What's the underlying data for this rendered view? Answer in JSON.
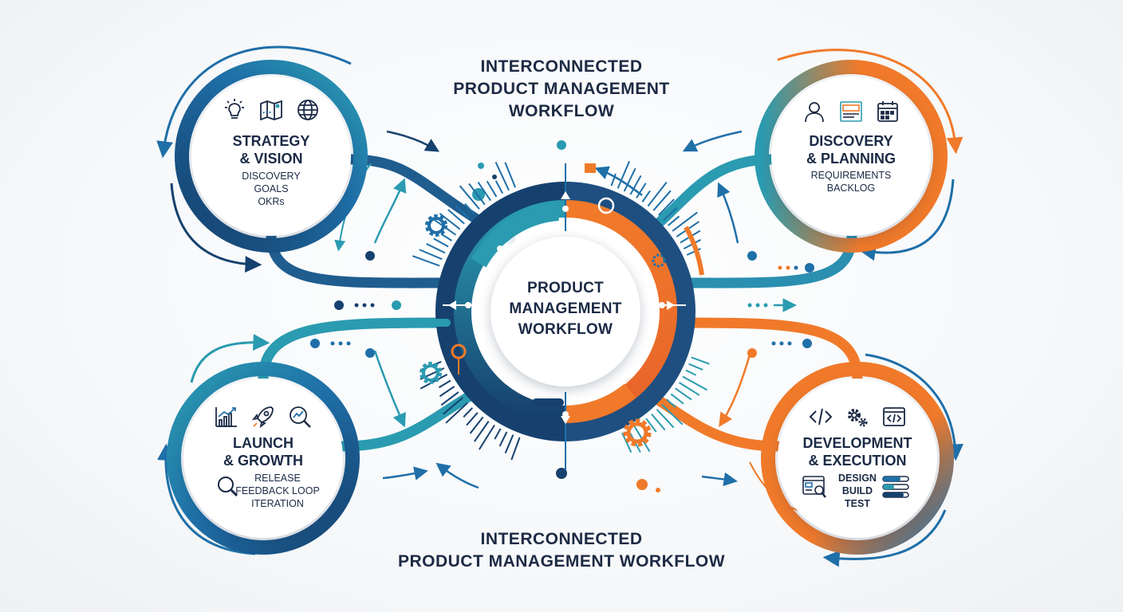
{
  "header": {
    "title_lines": [
      "INTERCONNECTED",
      "PRODUCT MANAGEMENT",
      "WORKFLOW"
    ]
  },
  "footer": {
    "title_lines": [
      "INTERCONNECTED",
      "PRODUCT MANAGEMENT WORKFLOW"
    ]
  },
  "hub": {
    "title_lines": [
      "PRODUCT",
      "MANAGEMENT",
      "WORKFLOW"
    ]
  },
  "nodes": {
    "strategy": {
      "title_lines": [
        "STRATEGY",
        "& VISION"
      ],
      "items": [
        "DISCOVERY",
        "GOALS",
        "OKRs"
      ],
      "icons": [
        "lightbulb-icon",
        "map-icon",
        "globe-icon"
      ]
    },
    "discovery": {
      "title_lines": [
        "DISCOVERY",
        "& PLANNING"
      ],
      "items": [
        "REQUIREMENTS",
        "BACKLOG"
      ],
      "icons": [
        "user-icon",
        "wireframe-icon",
        "calendar-icon"
      ]
    },
    "launch": {
      "title_lines": [
        "LAUNCH",
        "& GROWTH"
      ],
      "items": [
        "RELEASE",
        "FEEDBACK LOOP",
        "ITERATION"
      ],
      "icons": [
        "growth-chart-icon",
        "rocket-icon",
        "analytics-search-icon",
        "magnifier-icon"
      ]
    },
    "dev": {
      "title_lines": [
        "DEVELOPMENT",
        "& EXECUTION"
      ],
      "items": [
        "DESIGN",
        "BUILD",
        "TEST"
      ],
      "icons": [
        "code-icon",
        "gears-icon",
        "code-window-icon",
        "dashboard-icon",
        "progress-bars-icon"
      ]
    }
  },
  "colors": {
    "navy": "#16416e",
    "blue": "#1f6fa8",
    "teal": "#2a9bb0",
    "orange": "#f07a2a",
    "text": "#1b2a45"
  }
}
